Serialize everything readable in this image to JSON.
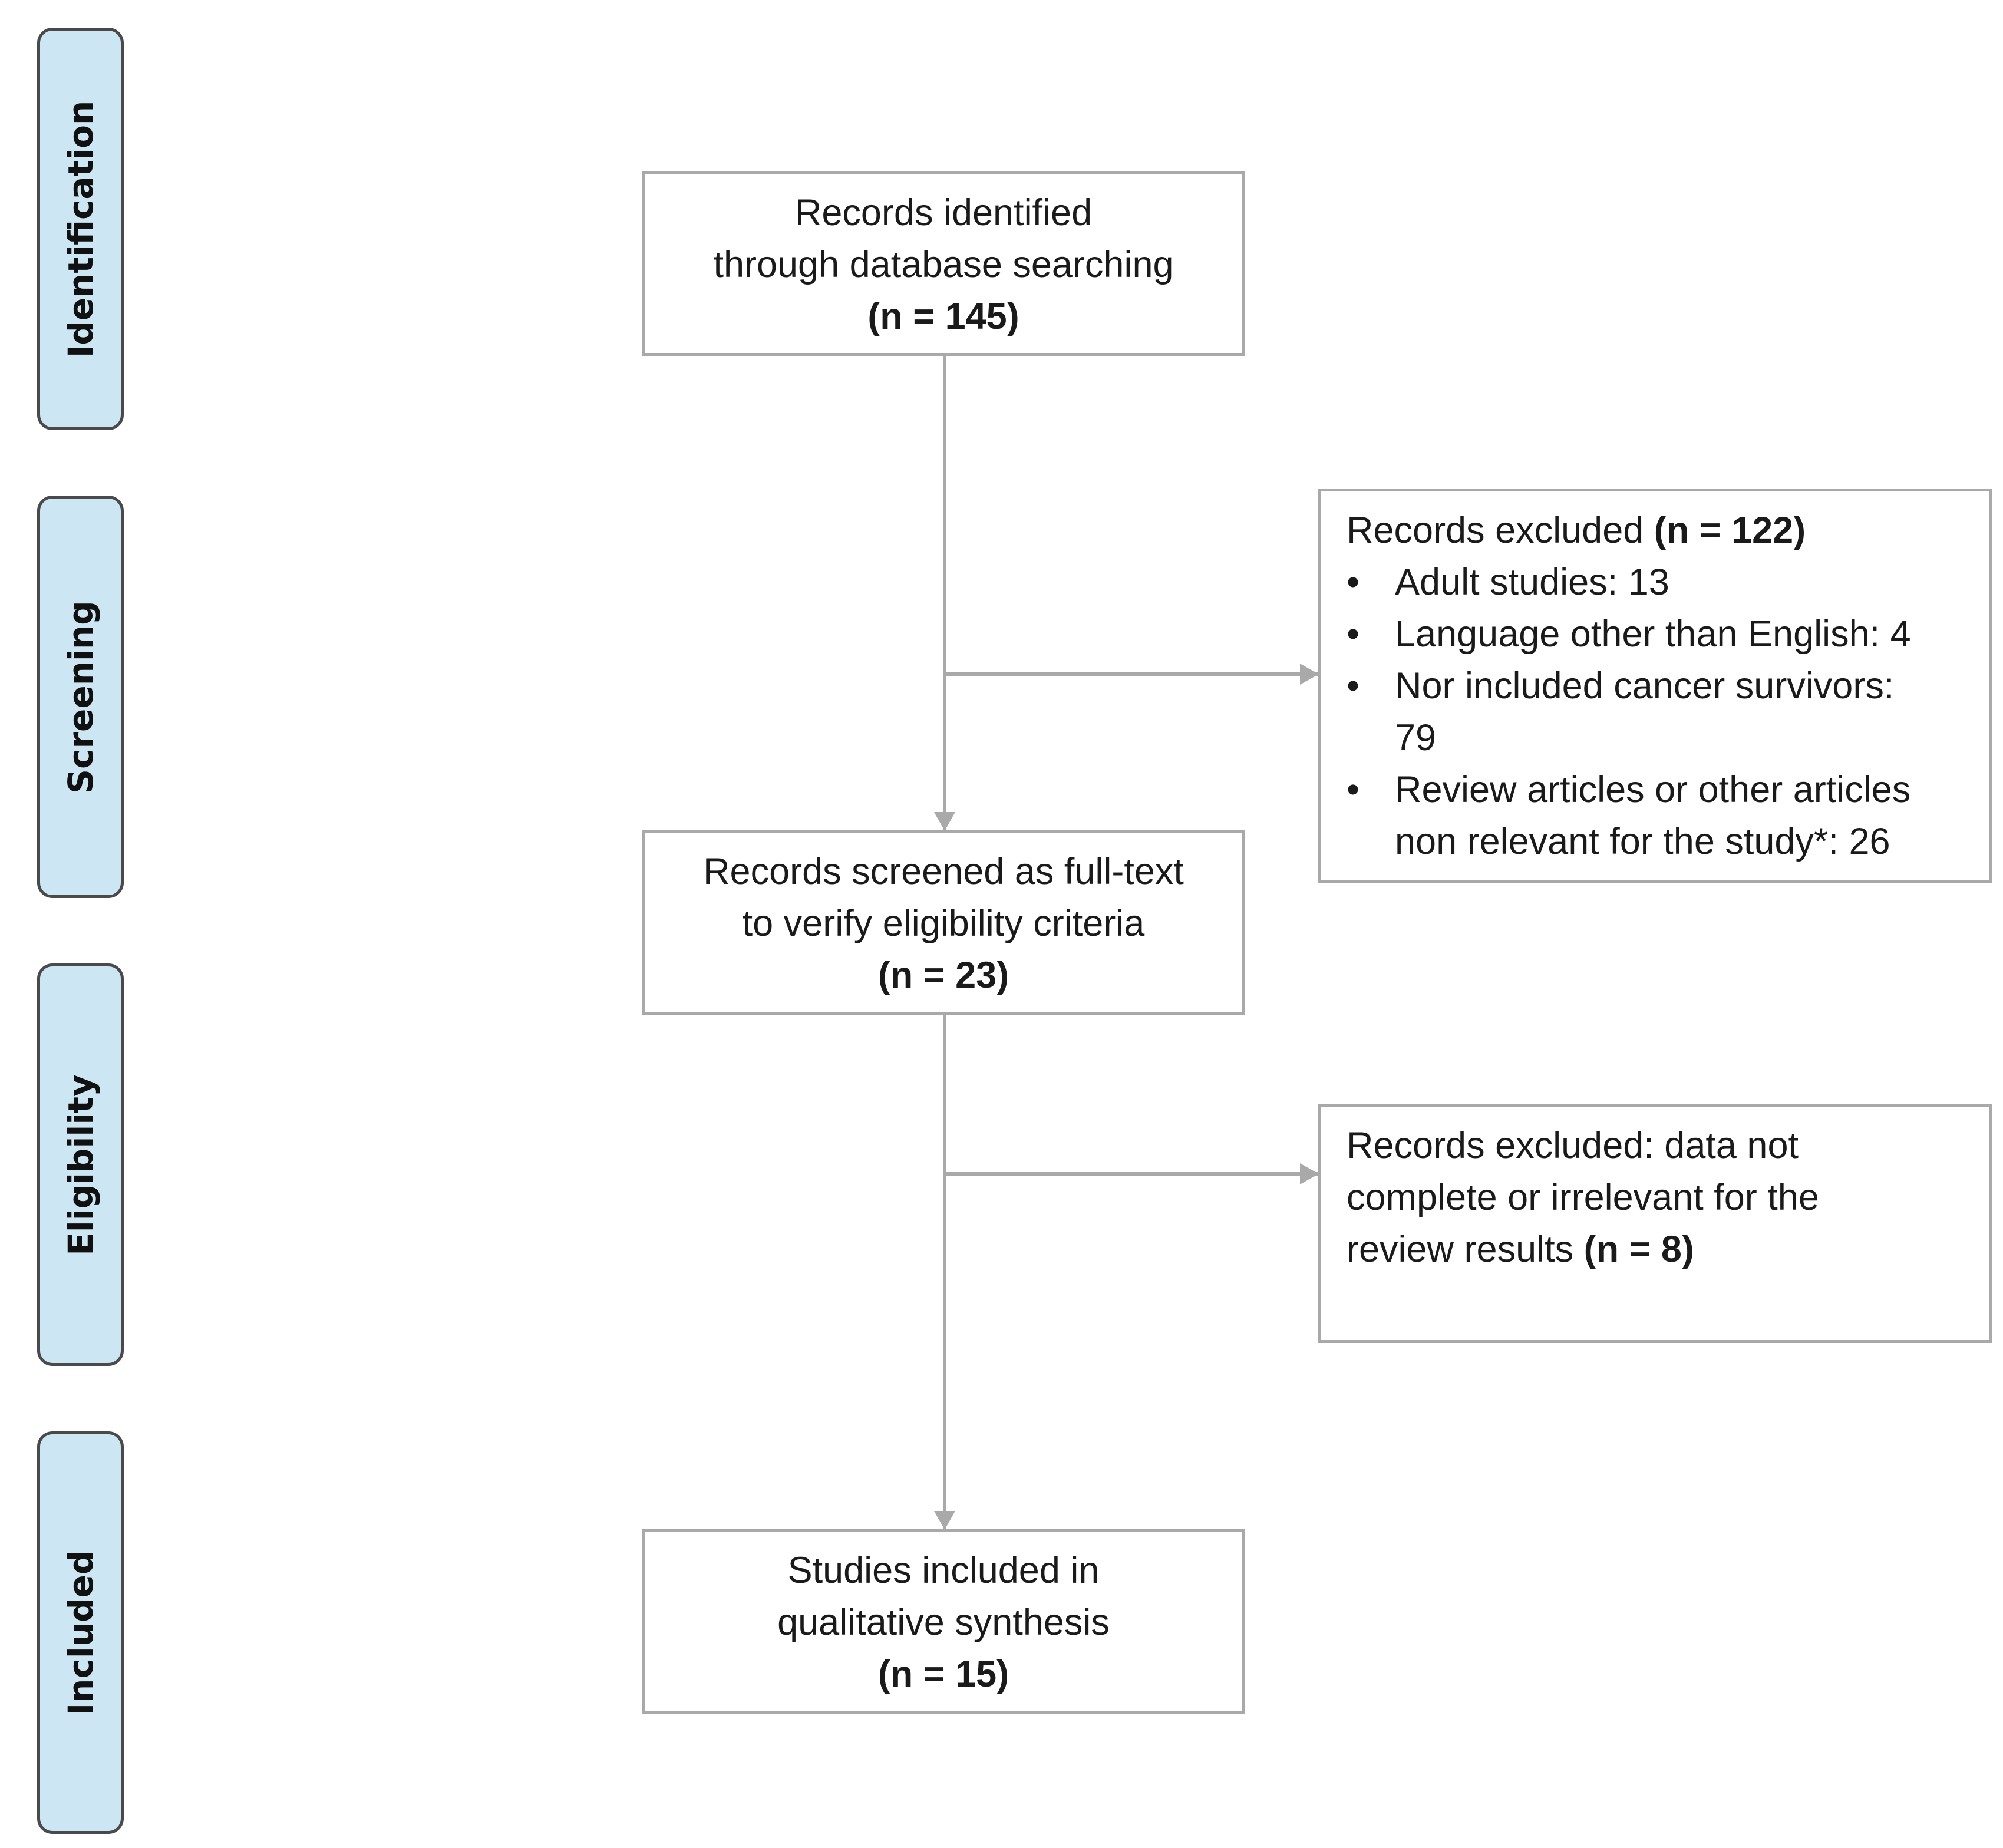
{
  "stages": [
    {
      "id": "identification",
      "label": "Identification"
    },
    {
      "id": "screening",
      "label": "Screening"
    },
    {
      "id": "eligibility",
      "label": "Eligibility"
    },
    {
      "id": "included",
      "label": "Included"
    }
  ],
  "identified": {
    "lines": [
      "Records identified",
      "through database searching"
    ],
    "count": "(n = 145)"
  },
  "screened": {
    "lines": [
      "Records screened as full-text",
      "to verify eligibility criteria"
    ],
    "count": "(n = 23)"
  },
  "included_box": {
    "lines": [
      "Studies included in",
      "qualitative synthesis"
    ],
    "count": "(n = 15)"
  },
  "excluded_screening": {
    "heading": "Records excluded ",
    "count": "(n = 122)",
    "items": [
      "Adult studies: 13",
      "Language other than English: 4",
      "Nor included cancer survivors: 79",
      "Review articles or other articles non relevant for the study*: 26"
    ]
  },
  "excluded_eligibility": {
    "text": "Records excluded: data not complete or irrelevant for the review results ",
    "count": "(n = 8)"
  },
  "colors": {
    "stage_fill": "#cde6f3",
    "stage_border": "#4a4a4a",
    "box_border": "#a9a9a9",
    "connector": "#a9a9a9"
  }
}
